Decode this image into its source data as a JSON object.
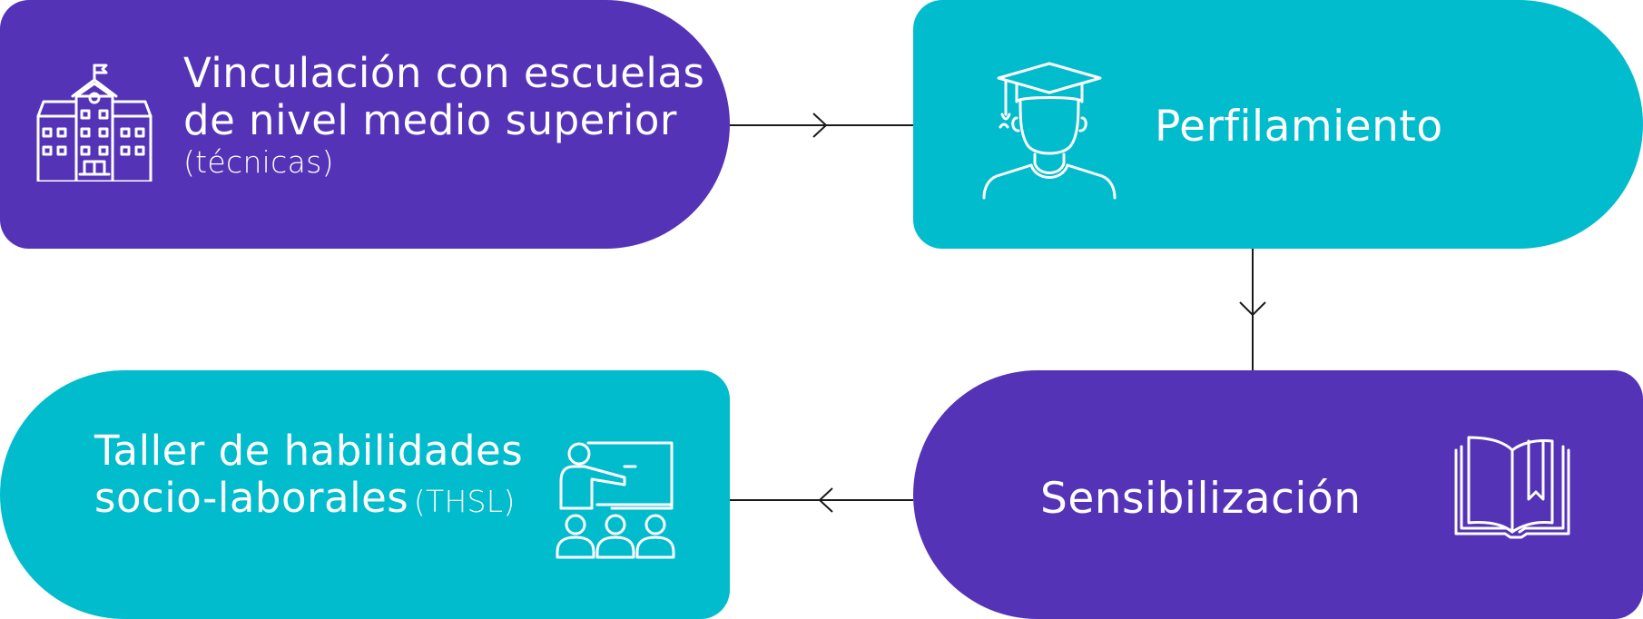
{
  "colors": {
    "purple": "#5533b7",
    "teal": "#01bccc",
    "line": "#1a1a1a",
    "text": "#ffffff"
  },
  "steps": [
    {
      "id": "vinculacion",
      "main": "Vinculación con escuelas de nivel medio superior",
      "sub": "(técnicas)",
      "color": "purple",
      "icon": "school-building-icon"
    },
    {
      "id": "perfilamiento",
      "main": "Perfilamiento",
      "color": "teal",
      "icon": "graduate-icon"
    },
    {
      "id": "sensibilizacion",
      "main": "Sensibilización",
      "color": "purple",
      "icon": "open-book-icon"
    },
    {
      "id": "taller",
      "main": "Taller de habilidades socio-laborales",
      "sub": "(THSL)",
      "color": "teal",
      "icon": "teacher-classroom-icon"
    }
  ]
}
